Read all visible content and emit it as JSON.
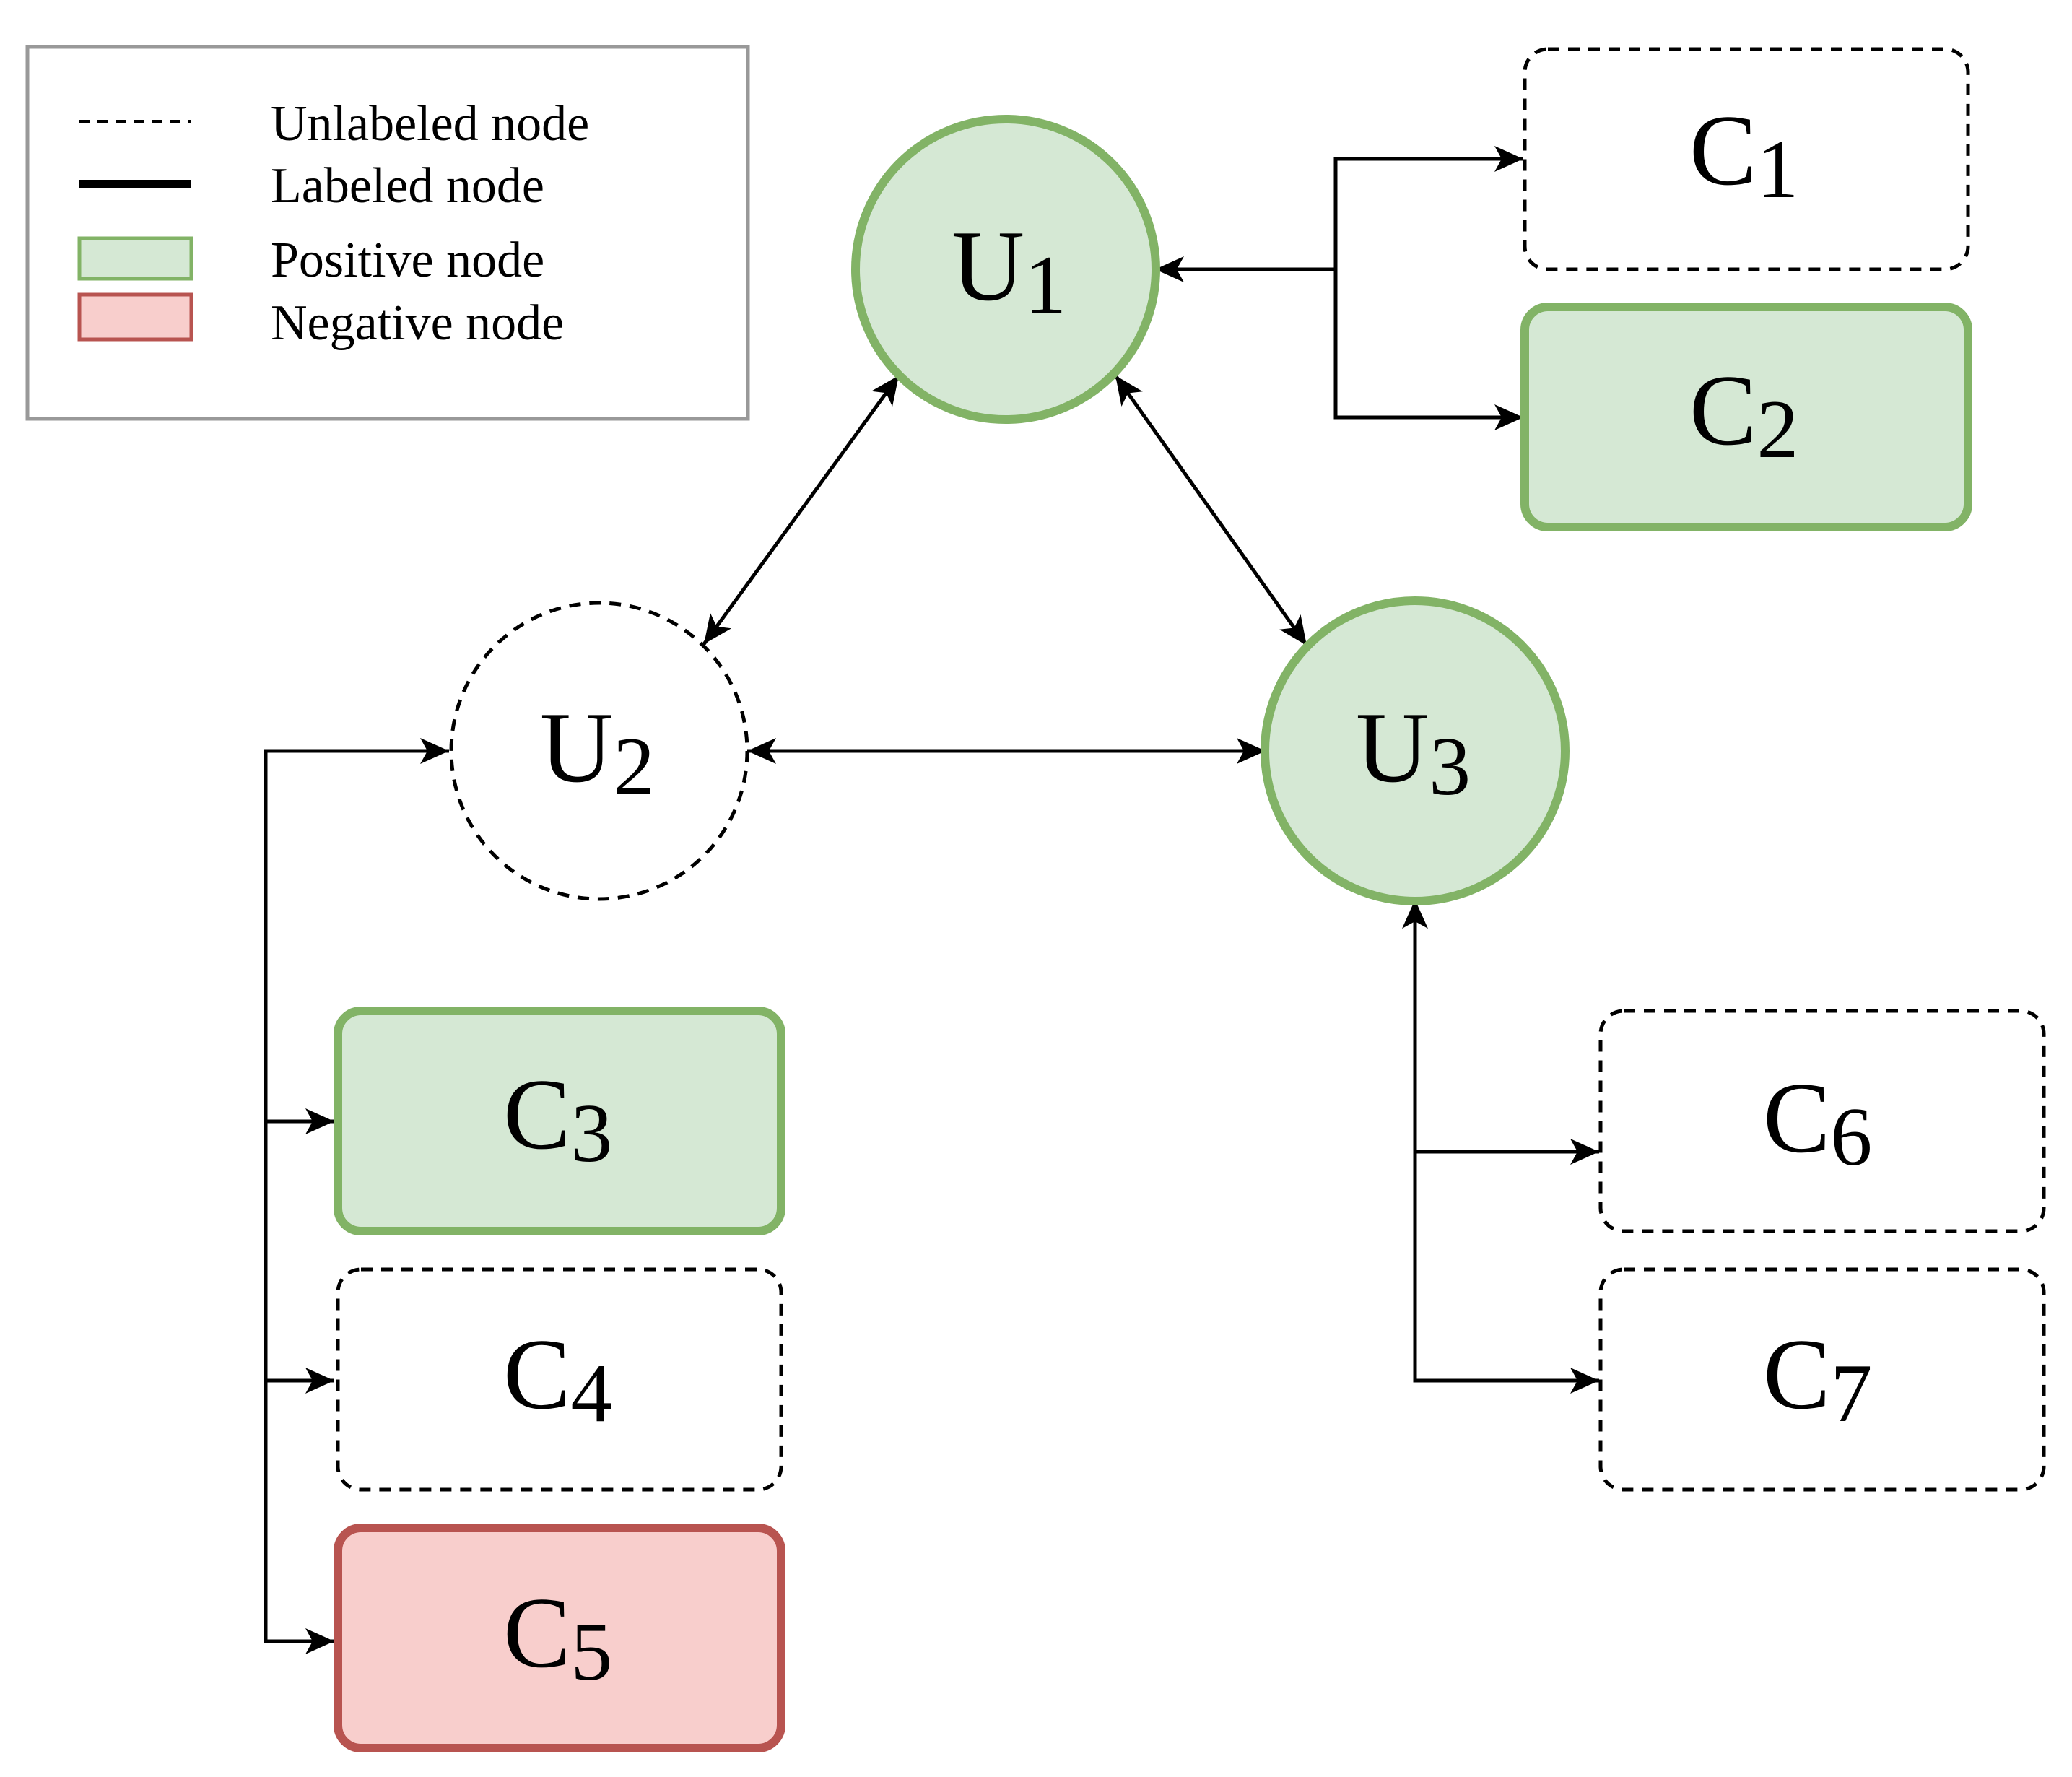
{
  "colors": {
    "positive_fill": "#d5e8d4",
    "positive_stroke": "#82b366",
    "negative_fill": "#f8cecc",
    "negative_stroke": "#b85450",
    "edge": "#000000",
    "legend_border": "#999999"
  },
  "legend": {
    "items": [
      {
        "key": "unlabeled",
        "label": "Unlabeled node",
        "swatch": "dashed-line"
      },
      {
        "key": "labeled",
        "label": "Labeled node",
        "swatch": "solid-line"
      },
      {
        "key": "positive",
        "label": "Positive node",
        "swatch": "green-box"
      },
      {
        "key": "negative",
        "label": "Negative node",
        "swatch": "red-box"
      }
    ]
  },
  "nodes": [
    {
      "id": "U1",
      "main": "U",
      "sub": "1",
      "kind": "user",
      "status": "positive"
    },
    {
      "id": "U2",
      "main": "U",
      "sub": "2",
      "kind": "user",
      "status": "unlabeled"
    },
    {
      "id": "U3",
      "main": "U",
      "sub": "3",
      "kind": "user",
      "status": "positive"
    },
    {
      "id": "C1",
      "main": "C",
      "sub": "1",
      "kind": "content",
      "status": "unlabeled"
    },
    {
      "id": "C2",
      "main": "C",
      "sub": "2",
      "kind": "content",
      "status": "positive"
    },
    {
      "id": "C3",
      "main": "C",
      "sub": "3",
      "kind": "content",
      "status": "positive"
    },
    {
      "id": "C4",
      "main": "C",
      "sub": "4",
      "kind": "content",
      "status": "unlabeled"
    },
    {
      "id": "C5",
      "main": "C",
      "sub": "5",
      "kind": "content",
      "status": "negative"
    },
    {
      "id": "C6",
      "main": "C",
      "sub": "6",
      "kind": "content",
      "status": "unlabeled"
    },
    {
      "id": "C7",
      "main": "C",
      "sub": "7",
      "kind": "content",
      "status": "unlabeled"
    }
  ],
  "edges": [
    {
      "from": "U1",
      "to": "U2",
      "direction": "both"
    },
    {
      "from": "U1",
      "to": "U3",
      "direction": "both"
    },
    {
      "from": "U2",
      "to": "U3",
      "direction": "both"
    },
    {
      "from": "C1",
      "to": "U1",
      "direction": "both"
    },
    {
      "from": "C2",
      "to": "U1",
      "direction": "both"
    },
    {
      "from": "U2",
      "to": "C3",
      "direction": "both"
    },
    {
      "from": "U2",
      "to": "C4",
      "direction": "both"
    },
    {
      "from": "U2",
      "to": "C5",
      "direction": "both"
    },
    {
      "from": "U3",
      "to": "C6",
      "direction": "both"
    },
    {
      "from": "U3",
      "to": "C7",
      "direction": "both"
    }
  ]
}
